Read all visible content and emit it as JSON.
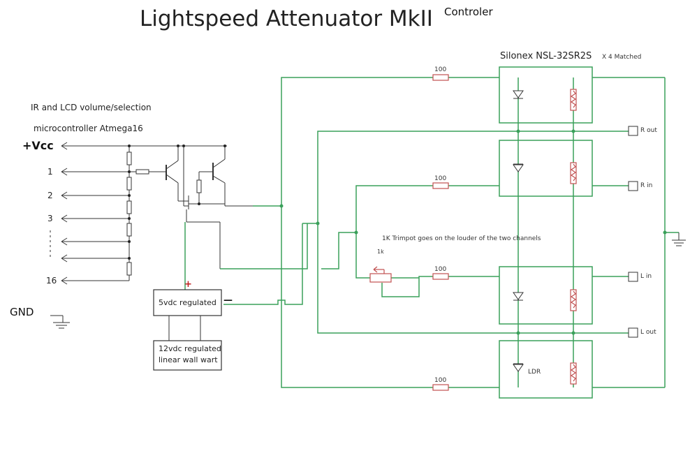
{
  "title": "Lightspeed Attenuator MkII",
  "subtitle": "Controler",
  "notes": {
    "mcu_line1": "IR and LCD volume/selection",
    "mcu_line2": "microcontroller  Atmega16",
    "optocoupler_part": "Silonex NSL-32SR2S",
    "optocoupler_qty": "X 4  Matched",
    "trimpot_note": "1K Trimpot goes on the louder of the two channels",
    "trimpot_value": "1k"
  },
  "pins": {
    "vcc": "+Vcc",
    "p1": "1",
    "p2": "2",
    "p3": "3",
    "p16": "16",
    "gnd": "GND"
  },
  "blocks": {
    "regulator": "5vdc regulated",
    "wallwart_line1": "12vdc regulated",
    "wallwart_line2": "linear  wall  wart"
  },
  "supply_marks": {
    "plus": "+",
    "minus": "—"
  },
  "resistors": {
    "r1": "100",
    "r2": "100",
    "r3": "100",
    "r4": "100"
  },
  "ports": {
    "r_out": "R out",
    "r_in": "R in",
    "l_in": "L in",
    "l_out": "L out"
  },
  "ldr_label": "LDR",
  "colors": {
    "wire_green": "#3aa05a",
    "resistor_red": "#c05050",
    "supply_red": "#c02020"
  }
}
